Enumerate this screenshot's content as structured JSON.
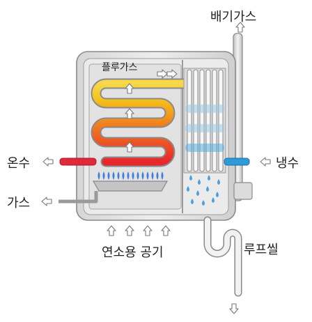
{
  "labels": {
    "exhaust_gas": "배기가스",
    "flue_gas": "플루가스",
    "hot_water": "온수",
    "cold_water": "냉수",
    "gas": "가스",
    "combustion_air": "연소용 공기",
    "loop_seal": "루프씰"
  },
  "colors": {
    "hot_water": "#e02a3a",
    "cold_water": "#2f9ad8",
    "flame": "#3b7fd8",
    "drip": "#4aa0dc",
    "casing": "#c9c9c9",
    "interior": "#ececec",
    "outline": "#8a8a8a"
  },
  "icons": [
    "arrow-hollow-icon",
    "flame-icon",
    "water-drop-icon"
  ]
}
